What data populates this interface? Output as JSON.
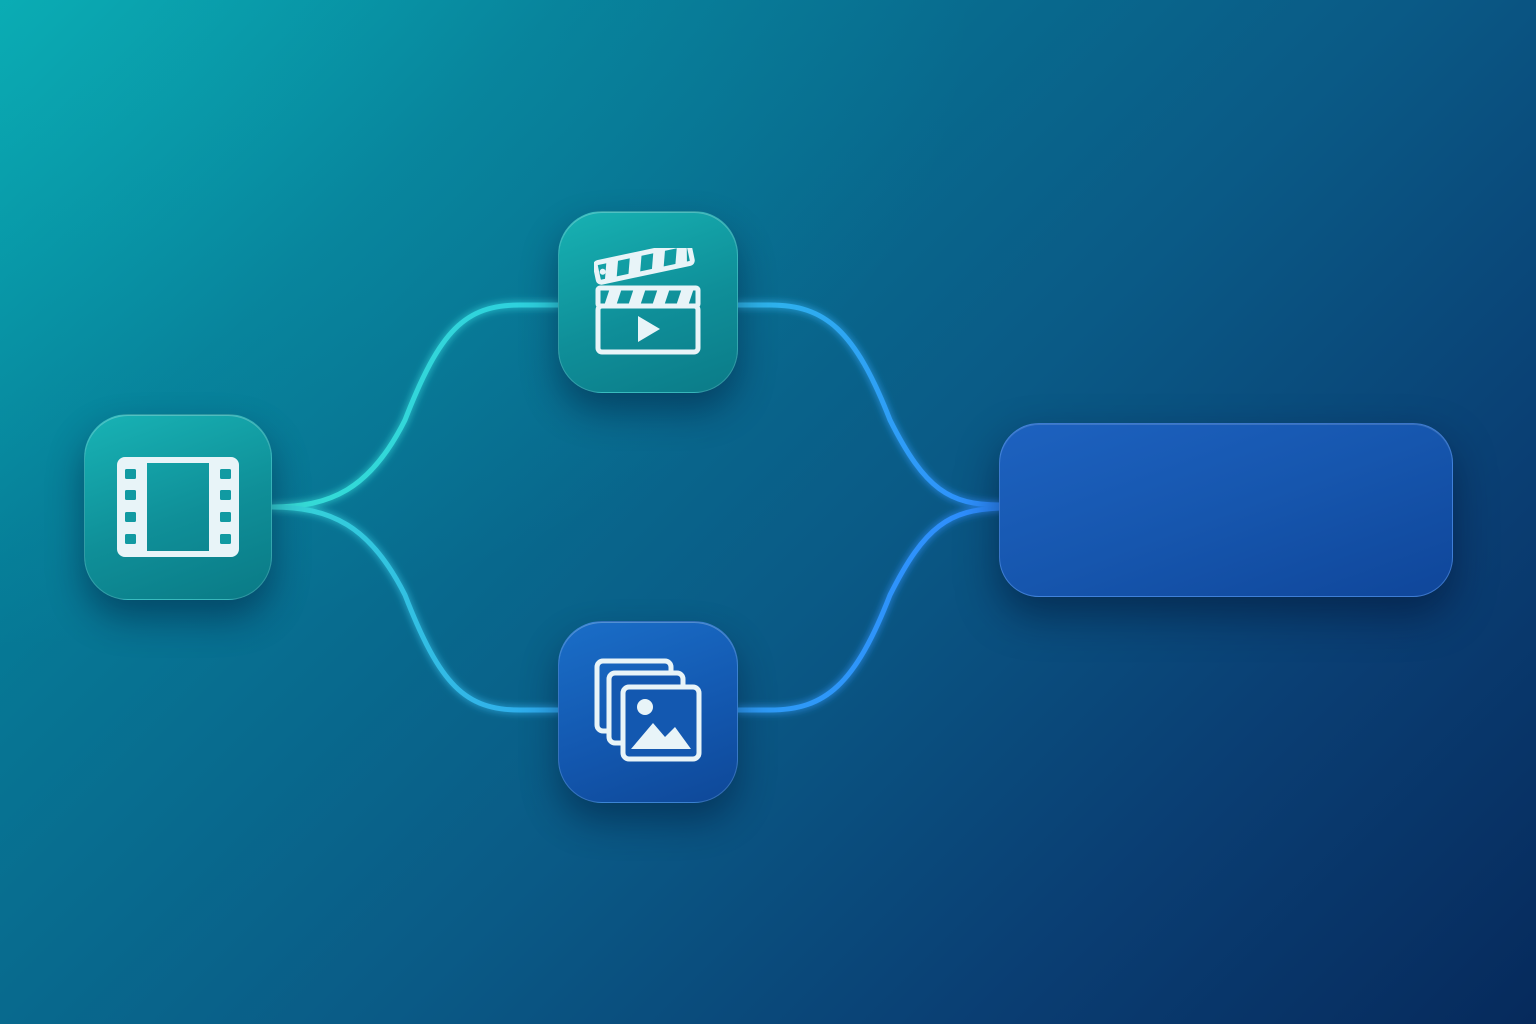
{
  "diagram": {
    "nodes": [
      {
        "id": "source",
        "icon": "film-strip-icon",
        "label": ""
      },
      {
        "id": "video",
        "icon": "clapperboard-icon",
        "label": ""
      },
      {
        "id": "images",
        "icon": "image-stack-icon",
        "label": ""
      },
      {
        "id": "output",
        "icon": "",
        "label": ""
      }
    ],
    "edges": [
      {
        "from": "source",
        "to": "video"
      },
      {
        "from": "source",
        "to": "images"
      },
      {
        "from": "video",
        "to": "output"
      },
      {
        "from": "images",
        "to": "output"
      }
    ]
  },
  "colors": {
    "background_start": "#07a3ad",
    "background_end": "#062a5c",
    "connector_teal": "#2fd6d6",
    "connector_blue": "#2f8cff",
    "node_teal": "#129fa6",
    "node_blue": "#1560b8",
    "icon_stroke": "#e8f4f8"
  }
}
